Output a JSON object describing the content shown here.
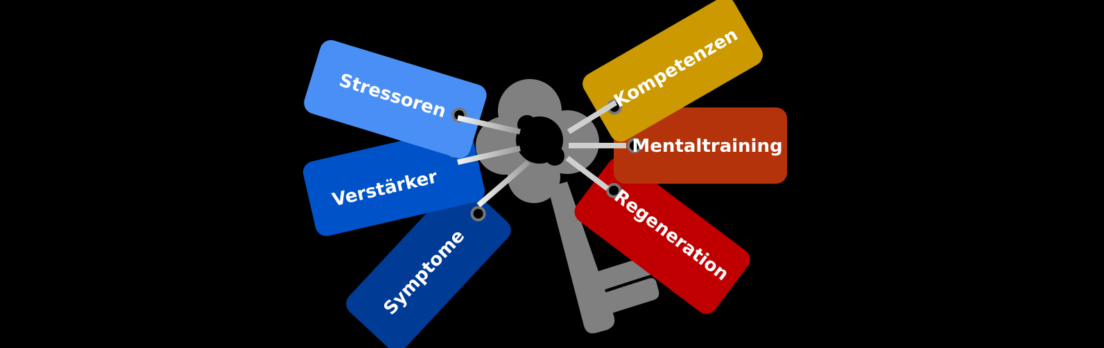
{
  "diagram": {
    "concept": "key ring with labeled tags",
    "background_color": "#000000",
    "key_color": "#808080",
    "tags": [
      {
        "id": "stressoren",
        "label": "Stressoren",
        "color": "#4a8ff5",
        "side": "left"
      },
      {
        "id": "verstaerker",
        "label": "Verstärker",
        "color": "#0052c8",
        "side": "left"
      },
      {
        "id": "symptome",
        "label": "Symptome",
        "color": "#003b96",
        "side": "left"
      },
      {
        "id": "kompetenzen",
        "label": "Kompetenzen",
        "color": "#cc9a00",
        "side": "right"
      },
      {
        "id": "mentaltraining",
        "label": "Mentaltraining",
        "color": "#b5330a",
        "side": "right"
      },
      {
        "id": "regeneration",
        "label": "Regeneration",
        "color": "#c00000",
        "side": "right"
      }
    ]
  }
}
